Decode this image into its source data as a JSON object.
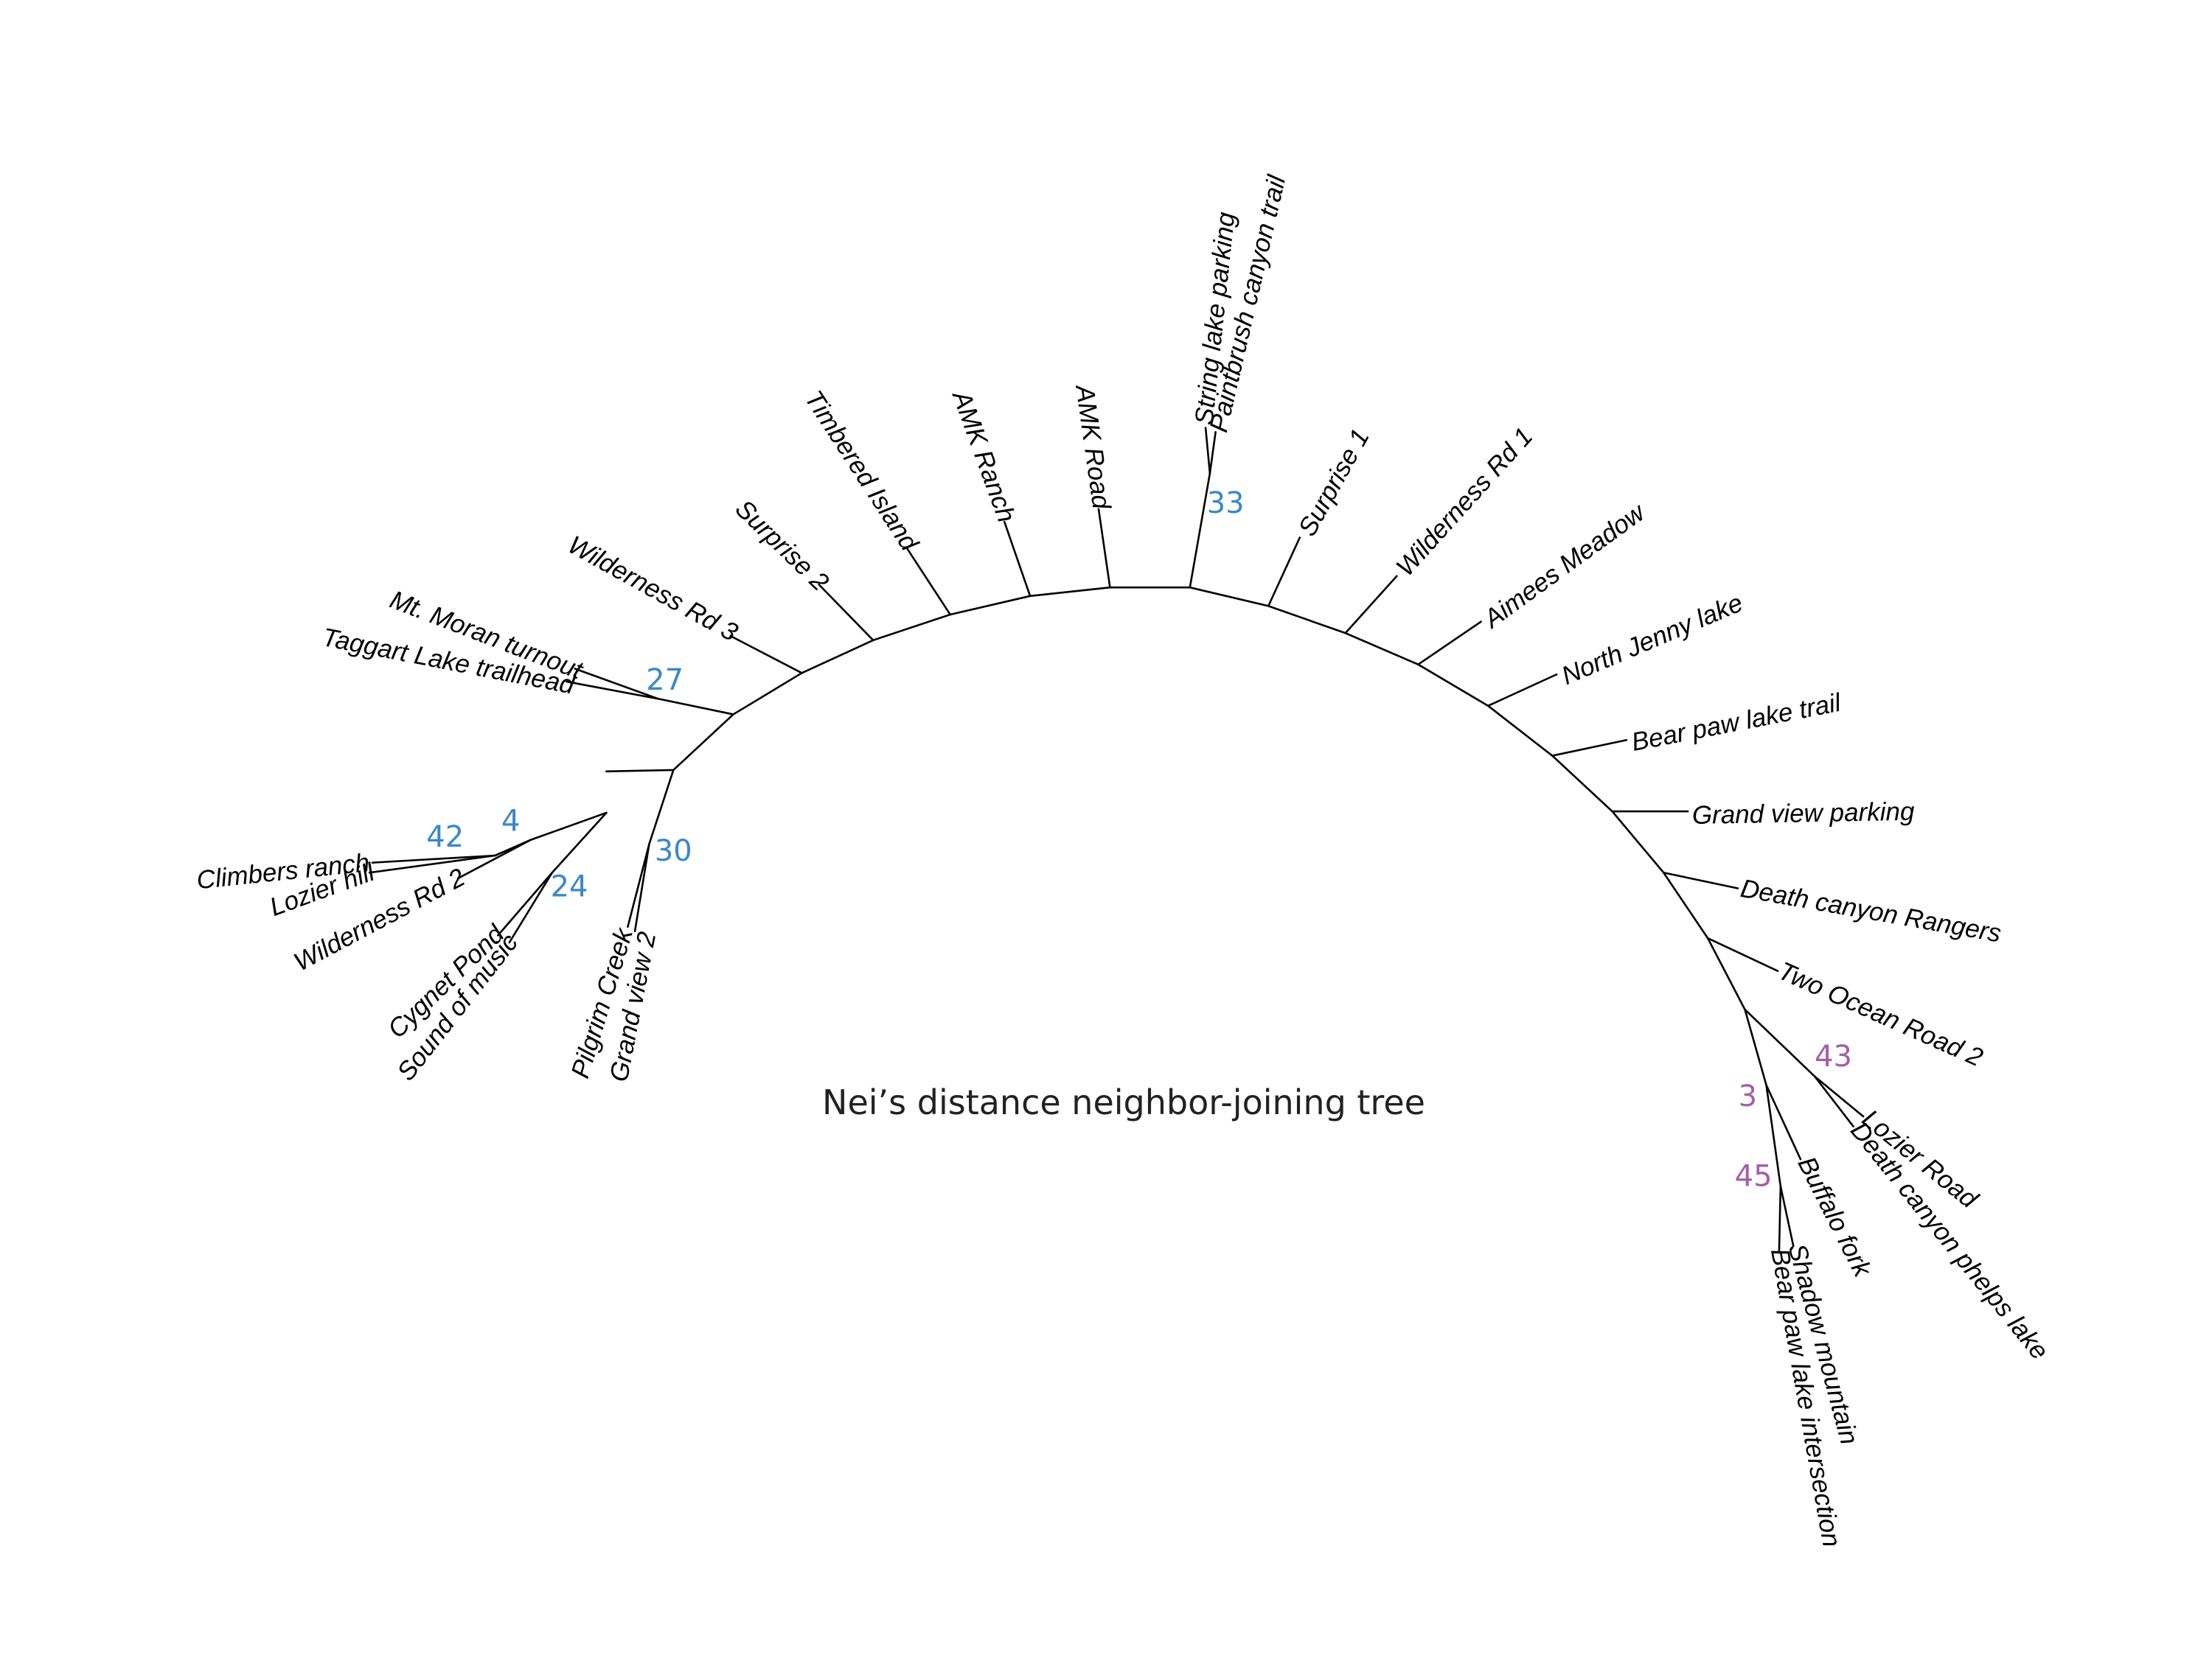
{
  "title": "Nei’s distance neighbor-joining tree",
  "colors": {
    "branch": "#000000",
    "support_blue": "#3a87cc",
    "support_purple": "#a45ea8"
  },
  "leaves": [
    {
      "key": "climbers",
      "label": "Climbers ranch"
    },
    {
      "key": "lozierhill",
      "label": "Lozier hill"
    },
    {
      "key": "wrd2",
      "label": "Wilderness Rd 2"
    },
    {
      "key": "cygnet",
      "label": "Cygnet Pond"
    },
    {
      "key": "sound",
      "label": "Sound of music"
    },
    {
      "key": "pilgrim",
      "label": "Pilgrim Creek"
    },
    {
      "key": "gv2",
      "label": "Grand view 2"
    },
    {
      "key": "taggart",
      "label": "Taggart Lake trailhead"
    },
    {
      "key": "moran",
      "label": "Mt. Moran turnout"
    },
    {
      "key": "wrd3",
      "label": "Wilderness Rd 3"
    },
    {
      "key": "surprise2",
      "label": "Surprise 2"
    },
    {
      "key": "timbered",
      "label": "Timbered Island"
    },
    {
      "key": "amkranch",
      "label": "AMK Ranch"
    },
    {
      "key": "amkroad",
      "label": "AMK Road"
    },
    {
      "key": "string",
      "label": "String lake parking"
    },
    {
      "key": "paintbrush",
      "label": "Paintbrush canyon trail"
    },
    {
      "key": "surprise1",
      "label": "Surprise 1"
    },
    {
      "key": "wrd1",
      "label": "Wilderness Rd 1"
    },
    {
      "key": "aimees",
      "label": "Aimees Meadow"
    },
    {
      "key": "njenny",
      "label": "North Jenny lake"
    },
    {
      "key": "bearpawtrail",
      "label": "Bear paw lake trail"
    },
    {
      "key": "gvparking",
      "label": "Grand view parking"
    },
    {
      "key": "dcrangers",
      "label": "Death canyon Rangers"
    },
    {
      "key": "tor2",
      "label": "Two Ocean Road 2"
    },
    {
      "key": "lozierroad",
      "label": "Lozier Road"
    },
    {
      "key": "dcphelps",
      "label": "Death canyon phelps lake"
    },
    {
      "key": "buffalo",
      "label": "Buffalo fork"
    },
    {
      "key": "shadow",
      "label": "Shadow mountain"
    },
    {
      "key": "bearpawint",
      "label": "Bear paw lake intersection"
    }
  ],
  "support_values": [
    {
      "key": "s42",
      "value": "42",
      "group": "blue"
    },
    {
      "key": "s4",
      "value": "4",
      "group": "blue"
    },
    {
      "key": "s24",
      "value": "24",
      "group": "blue"
    },
    {
      "key": "s30",
      "value": "30",
      "group": "blue"
    },
    {
      "key": "s27",
      "value": "27",
      "group": "blue"
    },
    {
      "key": "s33",
      "value": "33",
      "group": "blue"
    },
    {
      "key": "s43",
      "value": "43",
      "group": "purple"
    },
    {
      "key": "s3",
      "value": "3",
      "group": "purple"
    },
    {
      "key": "s45",
      "value": "45",
      "group": "purple"
    }
  ]
}
